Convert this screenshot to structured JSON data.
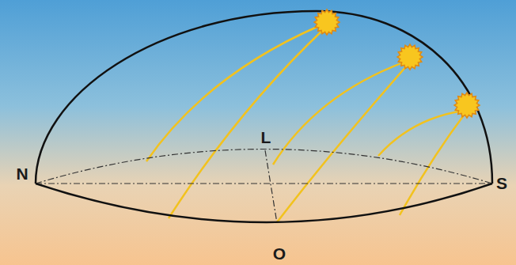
{
  "diagram": {
    "labels": [
      "N",
      "L",
      "S",
      "O"
    ]
  }
}
